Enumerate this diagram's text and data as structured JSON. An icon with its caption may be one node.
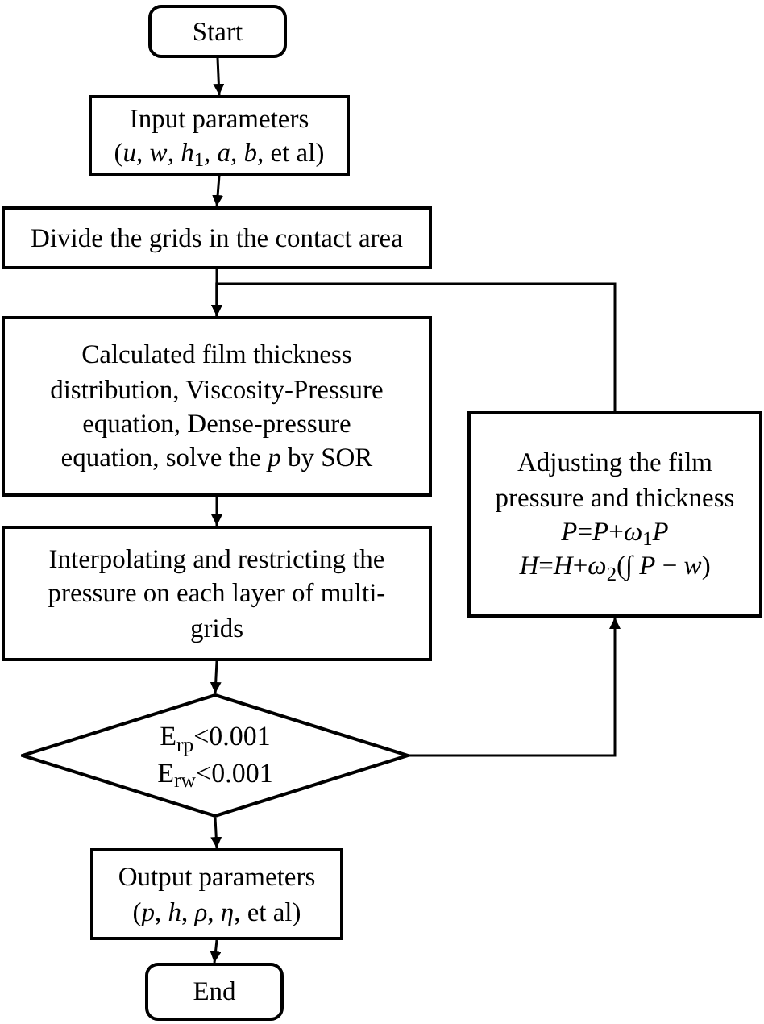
{
  "diagram": {
    "nodes": [
      {
        "text": [
          "Start"
        ]
      },
      {
        "text": [
          "Input parameters",
          "(*u*, *w*, *h*$_{1}$, *a*, *b*, et al)"
        ]
      },
      {
        "text": [
          "Divide the grids in the contact area"
        ]
      },
      {
        "text": [
          "Calculated film thickness distribution, Viscosity-Pressure equation, Dense-pressure equation, solve the *p* by SOR"
        ]
      },
      {
        "text": [
          "Interpolating and restricting the pressure on each layer of multi-grids"
        ]
      },
      {
        "text": [
          "E$_{rp}$<0.001",
          "E$_{rw}$<0.001"
        ]
      },
      {
        "text": [
          "Output parameters",
          "(*p*, *h*, *ρ*, *η*, et al)"
        ]
      },
      {
        "text": [
          "End"
        ]
      },
      {
        "text": [
          "Adjusting the film pressure and thickness",
          "*P*=*P*+*ω*$_{1}$*P*",
          "*H*=*H*+*ω*$_{2}$(∫ *P* − *w*)"
        ]
      }
    ],
    "edges": [
      {
        "from": 0,
        "to": 1,
        "arrow": "to"
      },
      {
        "from": 1,
        "to": 2,
        "arrow": "to"
      },
      {
        "from": 2,
        "to": 3,
        "arrow": "to"
      },
      {
        "from": 3,
        "to": 4,
        "arrow": "to"
      },
      {
        "from": 4,
        "to": 5,
        "arrow": "to"
      },
      {
        "from": 5,
        "to": 6,
        "arrow": "to"
      },
      {
        "from": 6,
        "to": 7,
        "arrow": "to"
      },
      {
        "from": 5,
        "to": 8,
        "arrow": "to"
      },
      {
        "from": 8,
        "to": 3,
        "arrow": "to"
      }
    ]
  }
}
